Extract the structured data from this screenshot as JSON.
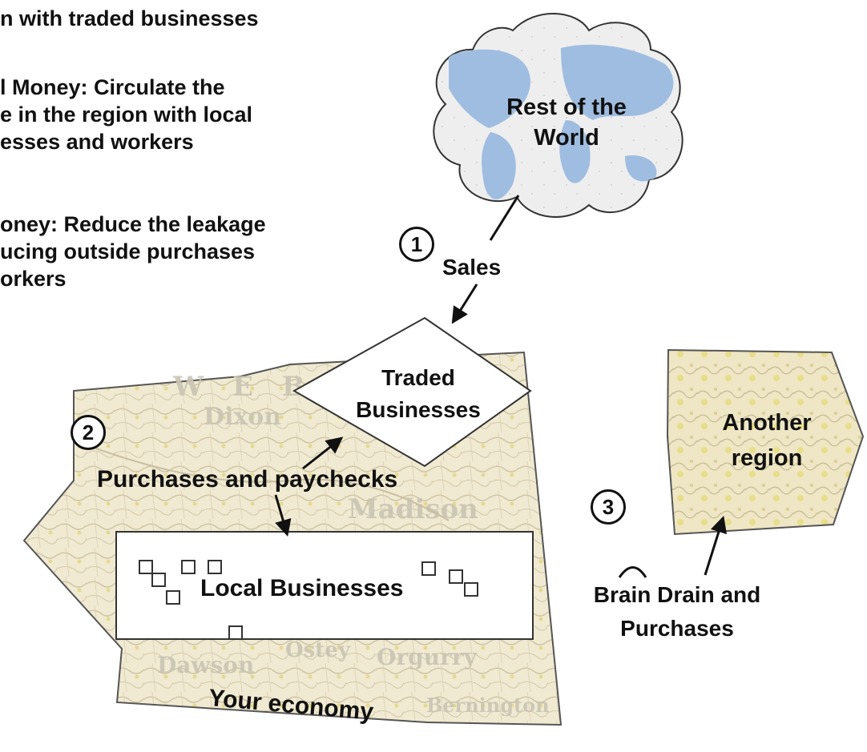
{
  "intro_lines": [
    "n with traded businesses",
    "l Money: Circulate the",
    "e in the region with local",
    "esses and workers",
    "oney: Reduce the leakage",
    "ucing outside purchases",
    "orkers"
  ],
  "cloud": {
    "line1": "Rest of the",
    "line2": "World"
  },
  "markers": {
    "one": "1",
    "two": "2",
    "three": "3"
  },
  "sales_label": "Sales",
  "traded": {
    "line1": "Traded",
    "line2": "Businesses"
  },
  "purchases_label": "Purchases and paychecks",
  "local_label": "Local Businesses",
  "economy_label": "Your economy",
  "another": {
    "line1": "Another",
    "line2": "region"
  },
  "brain_drain": {
    "line1": "Brain Drain and",
    "line2": "Purchases"
  },
  "map_words": [
    "W E B S",
    "Dixon",
    "Madison",
    "Ostey",
    "Dawson",
    "Orgurry",
    "Bernington"
  ]
}
